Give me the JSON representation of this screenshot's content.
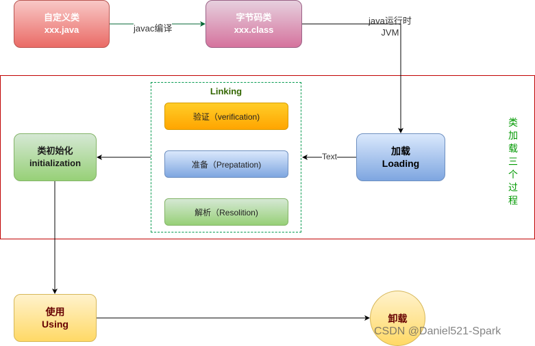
{
  "nodes": {
    "source_class": {
      "line1": "自定义类",
      "line2": "xxx.java"
    },
    "bytecode_class": {
      "line1": "字节码类",
      "line2": "xxx.class"
    },
    "loading": {
      "line1": "加载",
      "line2": "Loading"
    },
    "initialization": {
      "line1": "类初始化",
      "line2": "initialization"
    },
    "using": {
      "line1": "使用",
      "line2": "Using"
    },
    "unloading": {
      "label": "卸载"
    }
  },
  "linking": {
    "title": "Linking",
    "steps": [
      {
        "label": "验证（verification)"
      },
      {
        "label": "准备（Prepatation)"
      },
      {
        "label": "解析（Resolition)"
      }
    ]
  },
  "edge_labels": {
    "compile": "javac编译",
    "runtime_line1": "java运行时",
    "runtime_line2": "JVM",
    "text": "Text"
  },
  "group_label": "类加载三个过程",
  "colors": {
    "group_border": "#c00000",
    "group_label": "#009900",
    "linking_border": "#00994d",
    "compile_arrow": "#006633"
  },
  "watermark": "CSDN @Daniel521-Spark"
}
